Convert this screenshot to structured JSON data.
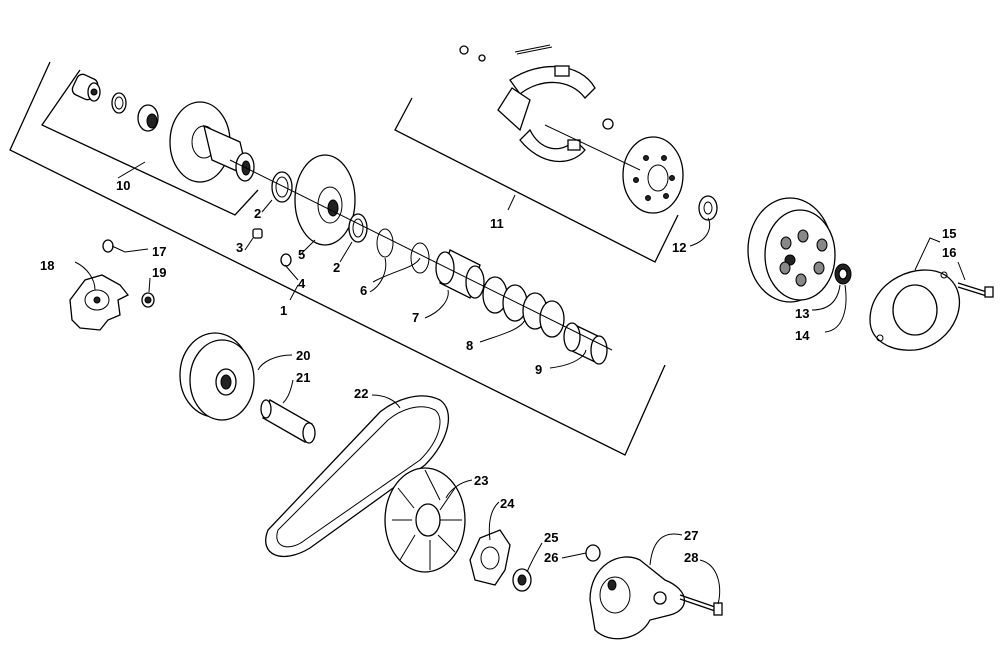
{
  "callouts": [
    {
      "id": "c1",
      "text": "1"
    },
    {
      "id": "c2a",
      "text": "2"
    },
    {
      "id": "c2b",
      "text": "2"
    },
    {
      "id": "c3",
      "text": "3"
    },
    {
      "id": "c4",
      "text": "4"
    },
    {
      "id": "c5",
      "text": "5"
    },
    {
      "id": "c6",
      "text": "6"
    },
    {
      "id": "c7",
      "text": "7"
    },
    {
      "id": "c8",
      "text": "8"
    },
    {
      "id": "c9",
      "text": "9"
    },
    {
      "id": "c10",
      "text": "10"
    },
    {
      "id": "c11",
      "text": "11"
    },
    {
      "id": "c12",
      "text": "12"
    },
    {
      "id": "c13",
      "text": "13"
    },
    {
      "id": "c14",
      "text": "14"
    },
    {
      "id": "c15",
      "text": "15"
    },
    {
      "id": "c16",
      "text": "16"
    },
    {
      "id": "c17",
      "text": "17"
    },
    {
      "id": "c18",
      "text": "18"
    },
    {
      "id": "c19",
      "text": "19"
    },
    {
      "id": "c20",
      "text": "20"
    },
    {
      "id": "c21",
      "text": "21"
    },
    {
      "id": "c22",
      "text": "22"
    },
    {
      "id": "c23",
      "text": "23"
    },
    {
      "id": "c24",
      "text": "24"
    },
    {
      "id": "c25",
      "text": "25"
    },
    {
      "id": "c26",
      "text": "26"
    },
    {
      "id": "c27",
      "text": "27"
    },
    {
      "id": "c28",
      "text": "28"
    }
  ]
}
